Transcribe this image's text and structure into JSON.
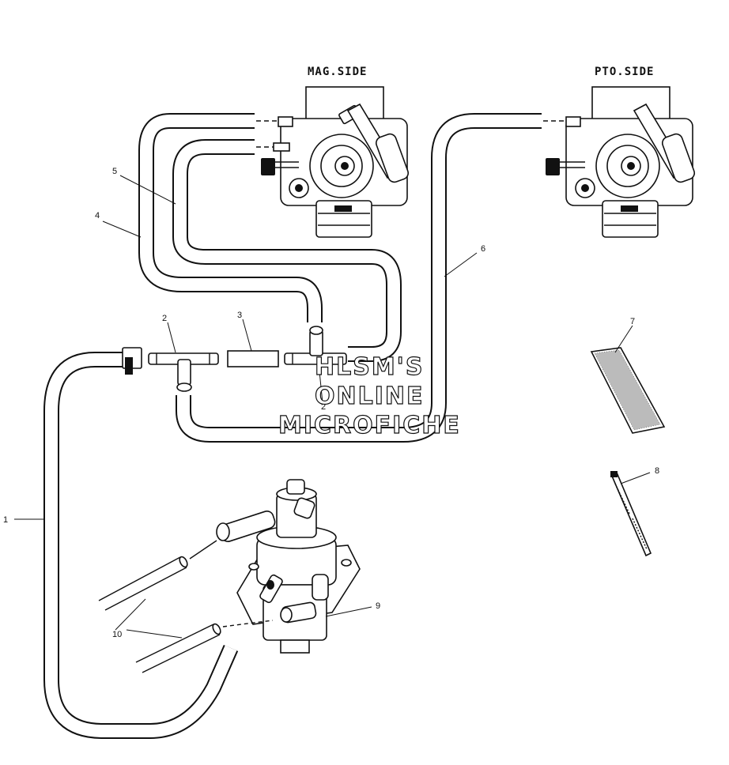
{
  "labels": {
    "mag_side": "MAG.SIDE",
    "pto_side": "PTO.SIDE"
  },
  "callouts": [
    "1",
    "2",
    "2",
    "3",
    "4",
    "5",
    "6",
    "7",
    "8",
    "9",
    "10"
  ],
  "watermark": {
    "line1": "HLSM'S",
    "line2": "ONLINE",
    "line3": "MICROFICHE"
  },
  "icons": {
    "carburetor": "carburetor-icon",
    "fuel_pump": "fuel-pump-icon",
    "filter": "fuel-filter-icon",
    "tie": "cable-tie-icon"
  },
  "colors": {
    "ink": "#111111",
    "paper": "#ffffff"
  }
}
